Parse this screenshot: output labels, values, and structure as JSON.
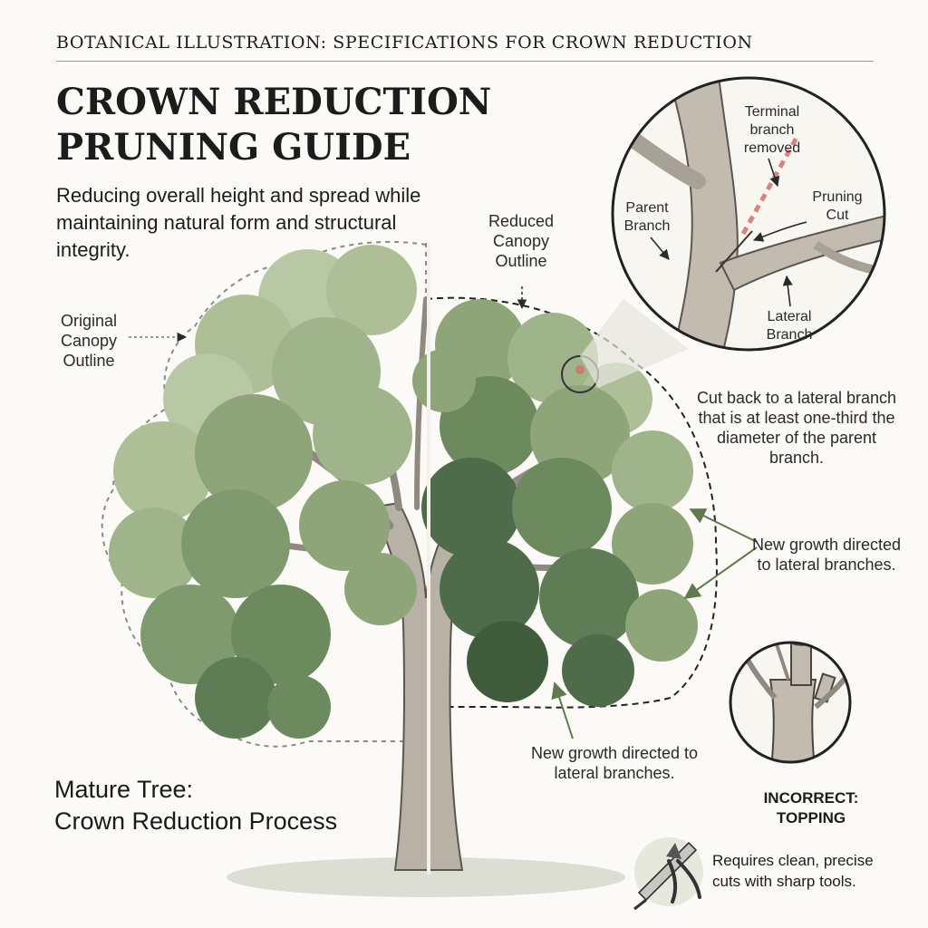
{
  "header": {
    "eyebrow": "BOTANICAL ILLUSTRATION: SPECIFICATIONS FOR CROWN REDUCTION",
    "title_line1": "CROWN REDUCTION",
    "title_line2": "PRUNING GUIDE",
    "subtitle": "Reducing overall height and spread while maintaining natural form and structural integrity."
  },
  "tree_labels": {
    "original_canopy": "Original Canopy Outline",
    "reduced_canopy": "Reduced Canopy Outline",
    "new_growth_right": "New growth directed to lateral branches.",
    "new_growth_bottom": "New growth directed to lateral branches.",
    "caption_line1": "Mature Tree:",
    "caption_line2": "Crown Reduction Process"
  },
  "detail_inset": {
    "terminal_branch": "Terminal branch removed",
    "pruning_cut": "Pruning Cut",
    "parent_branch": "Parent Branch",
    "lateral_branch": "Lateral Branch",
    "rule_text": "Cut back to a lateral branch that is at least one-third the diameter of the parent branch."
  },
  "incorrect_inset": {
    "label_line1": "INCORRECT:",
    "label_line2": "TOPPING"
  },
  "tools": {
    "icon": "pruning-tools-icon",
    "text": "Requires clean, precise cuts with sharp tools."
  },
  "colors": {
    "foliage_light": "#aebf98",
    "foliage_mid": "#8ea479",
    "foliage_dark": "#4f6c4a",
    "bark": "#b7b1a6",
    "ink": "#2a2a2a",
    "cut_red": "#d9655f",
    "arrow_green": "#5f7a4e"
  }
}
